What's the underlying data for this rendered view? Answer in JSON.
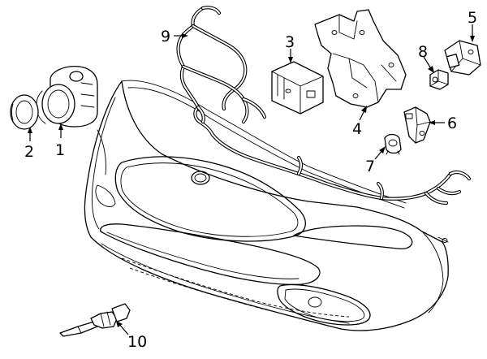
{
  "callouts": {
    "c1": "1",
    "c2": "2",
    "c3": "3",
    "c4": "4",
    "c5": "5",
    "c6": "6",
    "c7": "7",
    "c8": "8",
    "c9": "9",
    "c10": "10"
  },
  "style": {
    "ink": "#000000",
    "paper": "#ffffff"
  }
}
